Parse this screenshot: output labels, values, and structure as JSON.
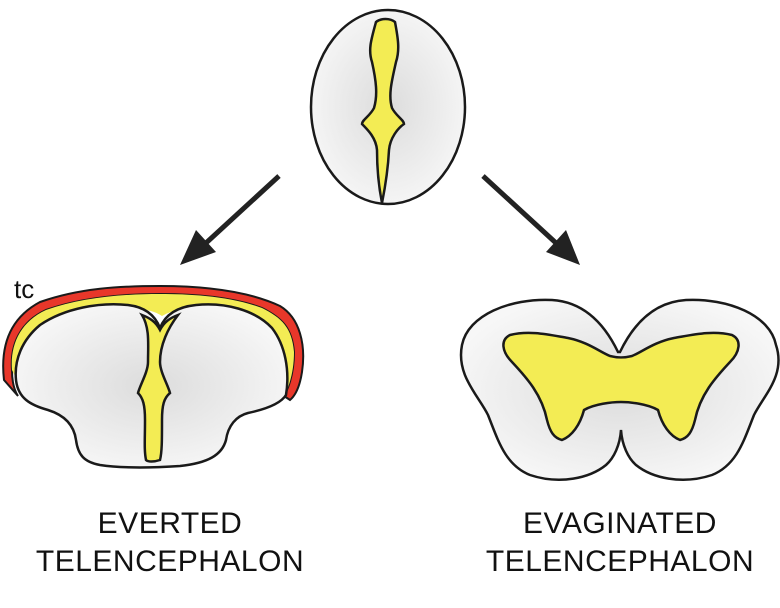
{
  "labels": {
    "tc": "tc",
    "everted_line1": "EVERTED",
    "everted_line2": "TELENCEPHALON",
    "evaginated_line1": "EVAGINATED",
    "evaginated_line2": "TELENCEPHALON"
  },
  "colors": {
    "tissue_fill": "#f2f2f2",
    "tissue_shade": "#dcdcdc",
    "ventricle_fill": "#f3ec54",
    "tela_choroidea": "#e8372a",
    "outline": "#1a1a1a",
    "arrow": "#222222",
    "text": "#111111"
  }
}
